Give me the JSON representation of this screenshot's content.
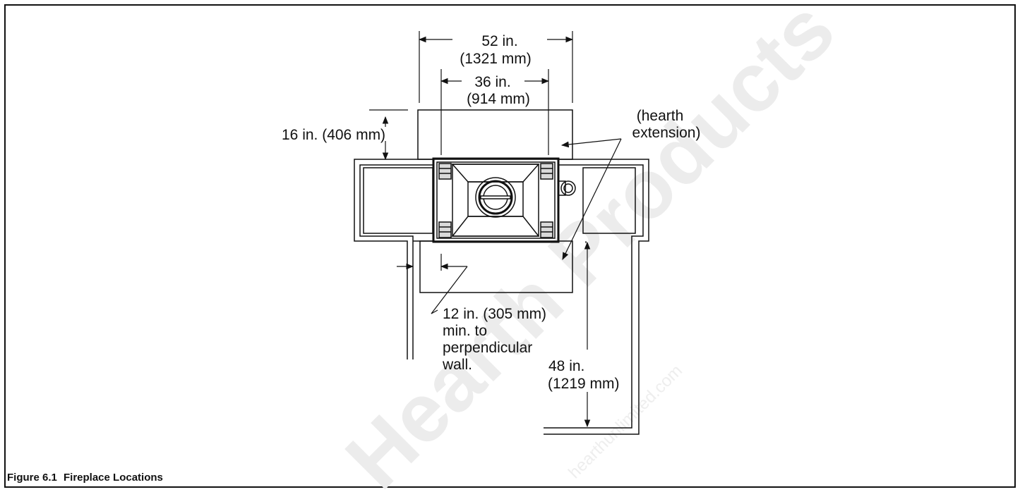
{
  "diagram": {
    "dim_52_in": "52 in.",
    "dim_52_mm": "(1321 mm)",
    "dim_36_in": "36 in.",
    "dim_36_mm": "(914 mm)",
    "dim_16": "16 in. (406 mm)",
    "hearth_line1": "(hearth",
    "hearth_line2": "extension)",
    "dim_12_line1": "12 in. (305 mm)",
    "dim_12_line2": "min. to",
    "dim_12_line3": "perpendicular",
    "dim_12_line4": "wall.",
    "dim_48_in": "48 in.",
    "dim_48_mm": "(1219 mm)"
  },
  "watermark": {
    "main": "Hearth Products",
    "url": "hearthunlimited.com"
  },
  "caption": {
    "number": "Figure 6.1",
    "title": "Fireplace Locations"
  }
}
